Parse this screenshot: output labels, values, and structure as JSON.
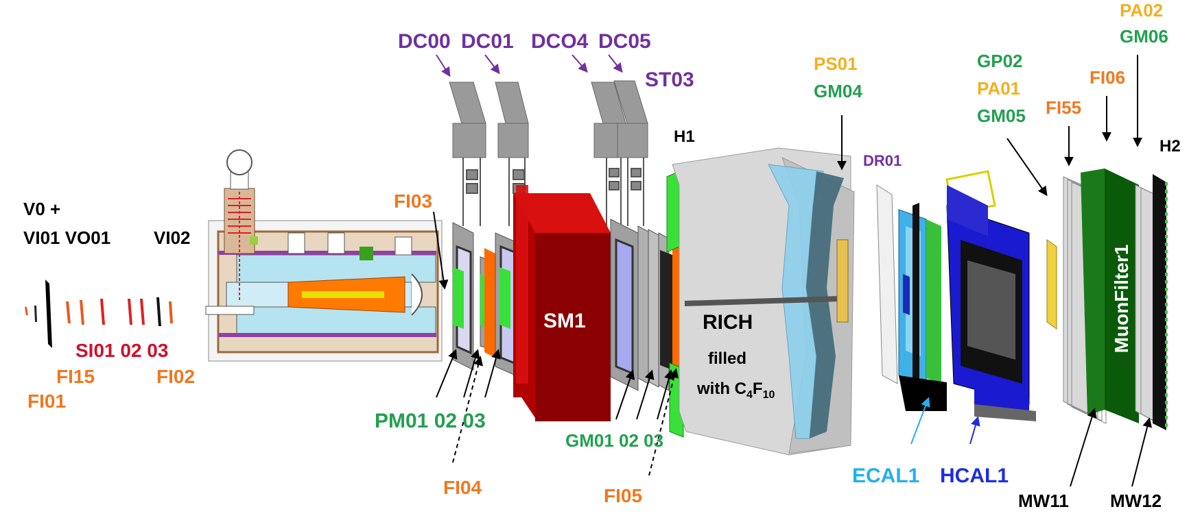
{
  "labels": {
    "dc00": "DC00",
    "dc01": "DC01",
    "dc04": "DCO4",
    "dc05": "DC05",
    "st03": "ST03",
    "pa02": "PA02",
    "gm06": "GM06",
    "gp02": "GP02",
    "pa01": "PA01",
    "gm05": "GM05",
    "fi06": "FI06",
    "fi55": "FI55",
    "h2": "H2",
    "ps01": "PS01",
    "gm04": "GM04",
    "h1": "H1",
    "dr01": "DR01",
    "v0": "V0 +",
    "vi01_vo01": "VI01 VO01",
    "vi02": "VI02",
    "fi03": "FI03",
    "si_group": "SI01 02 03",
    "fi15": "FI15",
    "fi02": "FI02",
    "fi01": "FI01",
    "pm_group": "PM01 02 03",
    "fi04": "FI04",
    "sm1": "SM1",
    "gm_group": "GM01 02 03",
    "fi05": "FI05",
    "rich": "RICH",
    "rich_filled": "filled",
    "rich_with": "with C",
    "rich_sub4": "4",
    "rich_f": "F",
    "rich_sub10": "10",
    "ecal1": "ECAL1",
    "hcal1": "HCAL1",
    "muonfilter": "MuonFilter1",
    "mw11": "MW11",
    "mw12": "MW12"
  },
  "colors": {
    "purple": "#7030a0",
    "green": "#22a050",
    "orange": "#f07820",
    "red": "#d0102c",
    "gold": "#f0b020",
    "cyan": "#20b0f0",
    "blue": "#1c2ee0",
    "sm1_red": "#c00000"
  }
}
